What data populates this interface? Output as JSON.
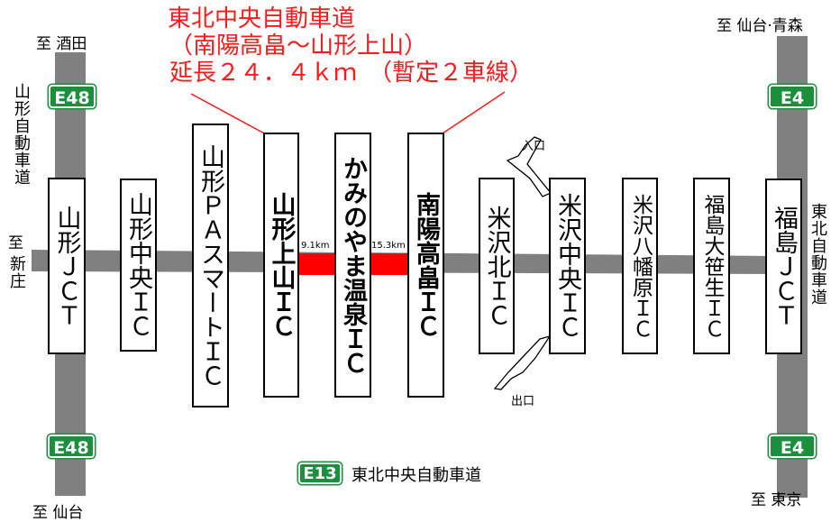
{
  "colors": {
    "road": "#808080",
    "new_section": "#ff0000",
    "title": "#ff1a1a",
    "shield_green": "#1b8f3c"
  },
  "title": {
    "line1": "東北中央自動車道",
    "line2": "（南陽高畠～山形上山）",
    "line3": "延長２４．４ｋｍ　（暫定２車線）"
  },
  "left_route": {
    "north_dest": "至 酒田",
    "south_dest": "至 仙台",
    "name": "山形自動車道",
    "shield_top": "E48",
    "shield_bottom": "E48"
  },
  "right_route": {
    "north_dest": "至 仙台·青森",
    "south_dest": "至 東京",
    "name": "東北自動車道",
    "shield_top": "E4",
    "shield_bottom": "E4"
  },
  "west_dest": {
    "line1": "至",
    "line2": "新庄"
  },
  "interchanges": [
    {
      "id": "yamagata-jct",
      "name": "山形ＪＣＴ"
    },
    {
      "id": "yamagata-chuo",
      "name": "山形中央ＩＣ"
    },
    {
      "id": "yamagata-pa-smart",
      "name": "山形ＰＡスマートＩＣ"
    },
    {
      "id": "yamagata-kaminoyama",
      "name": "山形上山ＩＣ"
    },
    {
      "id": "kaminoyama-onsen",
      "name": "かみのやま温泉ＩＣ"
    },
    {
      "id": "nanyo-takahata",
      "name": "南陽高畠ＩＣ"
    },
    {
      "id": "yonezawa-kita",
      "name": "米沢北ＩＣ"
    },
    {
      "id": "yonezawa-chuo",
      "name": "米沢中央ＩＣ"
    },
    {
      "id": "yonezawa-yawatabara",
      "name": "米沢八幡原ＩＣ"
    },
    {
      "id": "fukushima-ozasa",
      "name": "福島大笹生ＩＣ"
    },
    {
      "id": "fukushima-jct",
      "name": "福島ＪＣＴ"
    }
  ],
  "distances": {
    "seg1": "9.1km",
    "seg2": "15.3km"
  },
  "ramps": {
    "entrance": "入口",
    "exit": "出口"
  },
  "legend": {
    "shield": "E13",
    "label": "東北中央自動車道"
  }
}
